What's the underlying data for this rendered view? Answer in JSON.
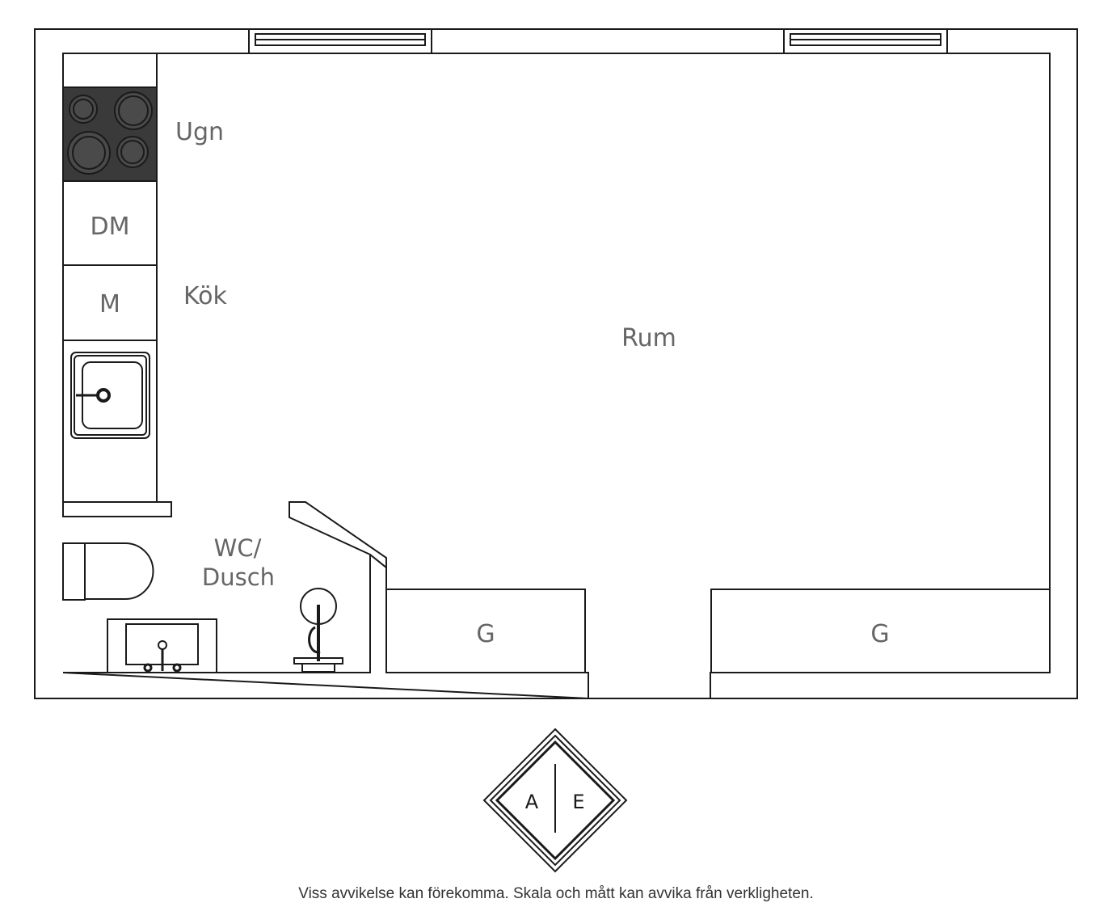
{
  "rooms": {
    "ugn": "Ugn",
    "dm": "DM",
    "m": "M",
    "kok": "Kök",
    "rum": "Rum",
    "wc_line1": "WC/",
    "wc_line2": "Dusch",
    "g_left": "G",
    "g_right": "G"
  },
  "logo": {
    "left": "A",
    "right": "E"
  },
  "disclaimer": "Viss avvikelse kan förekomma. Skala och mått kan avvika från verkligheten.",
  "colors": {
    "line": "#1a1a1a",
    "label": "#666666",
    "stove": "#3a3a3a"
  },
  "icons": [
    "stove-icon",
    "sink-icon",
    "toilet-icon",
    "bathroom-sink-icon",
    "shower-icon",
    "window-icon",
    "logo-icon"
  ]
}
